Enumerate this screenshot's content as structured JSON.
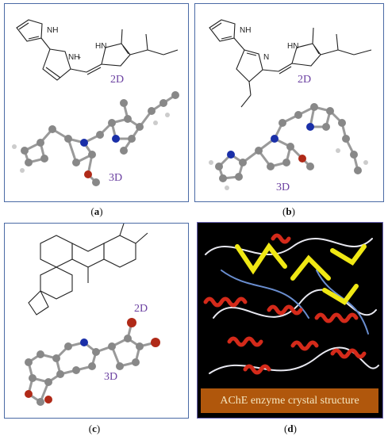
{
  "panels": [
    {
      "id": "a",
      "caption_open": "(",
      "caption_letter": "a",
      "caption_close": ")",
      "label_2d": "2D",
      "label_3d": "3D",
      "atom_labels": [
        "NH",
        "NH",
        "HN"
      ]
    },
    {
      "id": "b",
      "caption_open": "(",
      "caption_letter": "b",
      "caption_close": ")",
      "label_2d": "2D",
      "label_3d": "3D",
      "atom_labels": [
        "NH",
        "N",
        "HN"
      ]
    },
    {
      "id": "c",
      "caption_open": "(",
      "caption_letter": "c",
      "caption_close": ")",
      "label_2d": "2D",
      "label_3d": "3D"
    },
    {
      "id": "d",
      "caption_open": "(",
      "caption_letter": "d",
      "caption_close": ")",
      "banner": "AChE enzyme crystal structure"
    }
  ],
  "colors": {
    "border": "#4a6aa5",
    "label": "#6a3fa0",
    "banner_bg": "#b0570c",
    "banner_text": "#f4e6c0",
    "helix": "#d42a1a",
    "sheet": "#f0e814",
    "coil": "#e8e8f0"
  }
}
